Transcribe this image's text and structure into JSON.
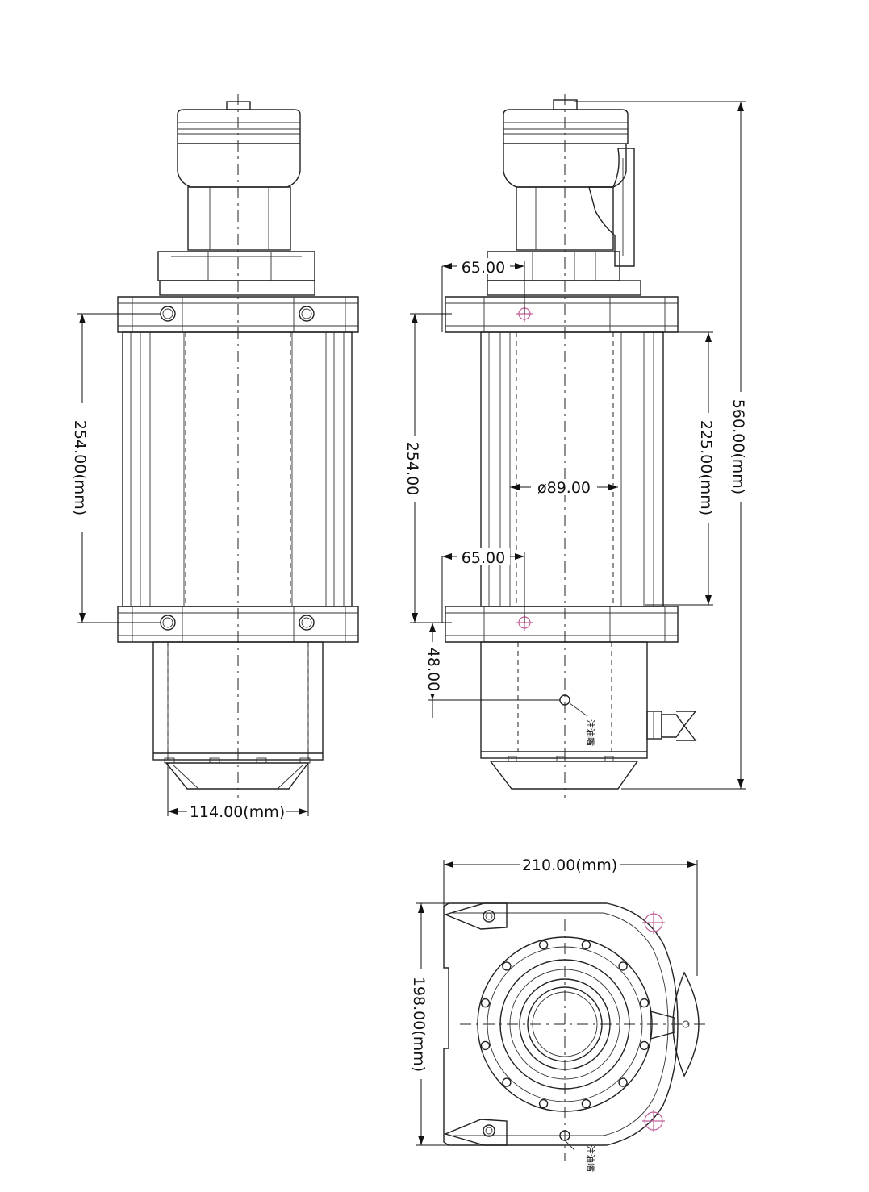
{
  "dimensions": {
    "front_height": "254.00(mm)",
    "front_width": "114.00(mm)",
    "side_offset_top": "65.00",
    "side_offset_bottom": "65.00",
    "side_height": "254.00",
    "side_inner_height": "225.00(mm)",
    "bore_diameter": "ø89.00",
    "side_lower_offset": "48.00",
    "total_height": "560.00(mm)",
    "top_width": "210.00(mm)",
    "top_depth": "198.00(mm)"
  },
  "annotations": {
    "grease_note_side": "注油嘴",
    "grease_note_top": "注油嘴"
  },
  "colors": {
    "line": "#222222",
    "marker": "#c2609a"
  }
}
